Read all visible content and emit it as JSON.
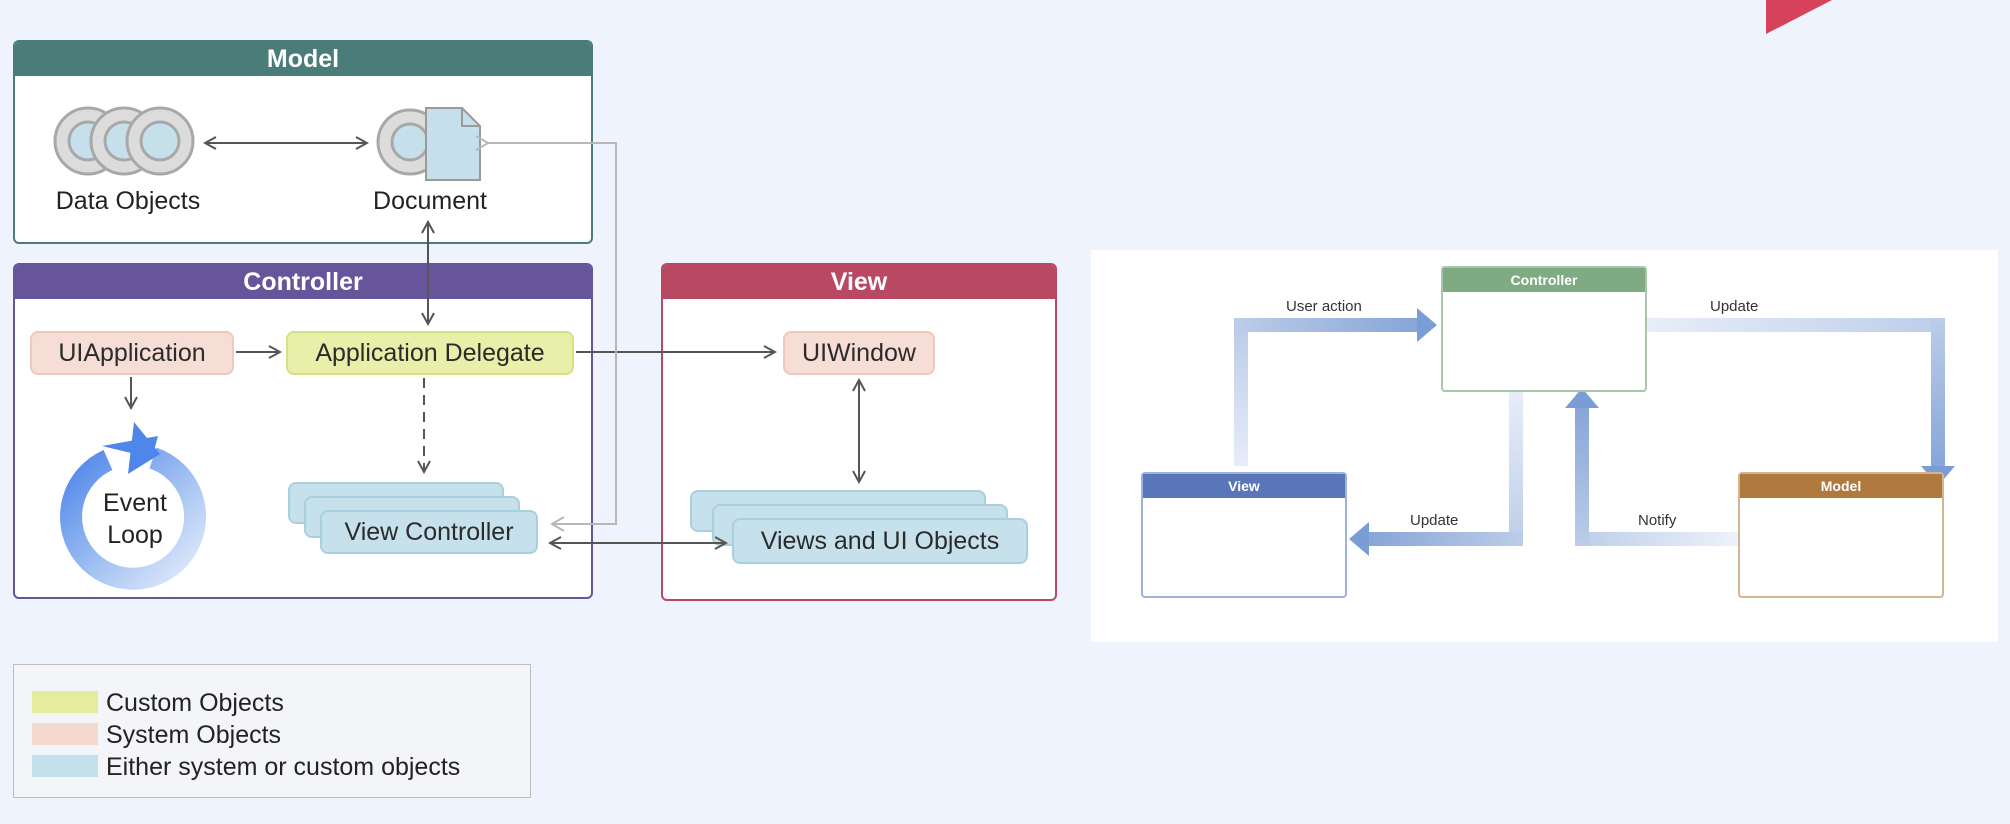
{
  "left_diagram": {
    "model": {
      "title": "Model",
      "data_objects": "Data Objects",
      "document": "Document"
    },
    "controller": {
      "title": "Controller",
      "ui_application": "UIApplication",
      "application_delegate": "Application Delegate",
      "event_loop_line1": "Event",
      "event_loop_line2": "Loop",
      "view_controller": "View Controller"
    },
    "view": {
      "title": "View",
      "ui_window": "UIWindow",
      "views_and_ui_objects": "Views and UI Objects"
    },
    "colors": {
      "model": "#4a7d79",
      "controller": "#66559a",
      "view": "#b94862"
    }
  },
  "legend": {
    "items": [
      {
        "label": "Custom Objects",
        "color": "#e5ec9f"
      },
      {
        "label": "System Objects",
        "color": "#f5d9cf"
      },
      {
        "label": "Either system or custom objects",
        "color": "#c4e0ea"
      }
    ]
  },
  "right_diagram": {
    "controller": "Controller",
    "view": "View",
    "model": "Model",
    "user_action": "User action",
    "update_right": "Update",
    "update_left": "Update",
    "notify": "Notify",
    "colors": {
      "controller": "#7fab83",
      "view": "#5976b8",
      "model": "#b07a3e"
    }
  }
}
